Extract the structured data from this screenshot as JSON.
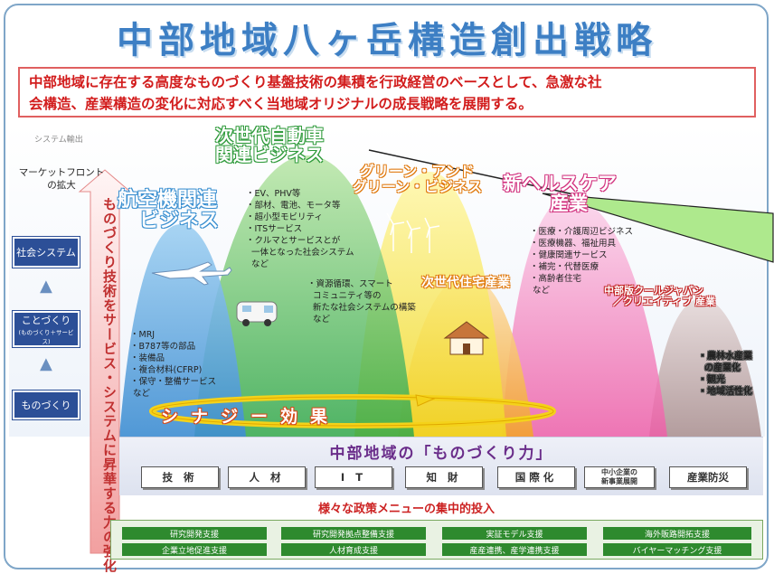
{
  "title": "中部地域八ヶ岳構造創出戦略",
  "intro": {
    "line1": "中部地域に存在する高度なものづくり基盤技術の集積を行政経営のベースとして、急激な社",
    "line2": "会構造、産業構造の変化に対応すべく当地域オリジナルの成長戦略を展開する。"
  },
  "left_axis": {
    "system_out": "システム輸出",
    "market_line1": "マーケットフロント",
    "market_line2": "の拡大",
    "vertical_text": "ものづくり技術をサービス・システムに昇華する力の強化",
    "levels": [
      {
        "label": "社会システム",
        "sub": ""
      },
      {
        "label": "ことづくり",
        "sub": "(ものづくり＋サービス)"
      },
      {
        "label": "ものづくり",
        "sub": ""
      }
    ]
  },
  "industries": {
    "aviation": {
      "line1": "航空機関連",
      "line2": "ビジネス",
      "items": "・MRJ\n・B787等の部品\n・装備品\n・複合材料(CFRP)\n・保守・整備サービス\n など"
    },
    "auto": {
      "line1": "次世代自動車",
      "line2": "関連ビジネス",
      "items": "・EV、PHV等\n・部材、電池、モータ等\n・超小型モビリティ\n・ITSサービス\n・クルマとサービスとが\n  一体となった社会システム\n  など"
    },
    "green": {
      "line1": "グリーン・アンド",
      "line2": "グリーン・ビジネス",
      "items": "・資源循環、スマート\n  コミュニティ等の\n  新たな社会システムの構築\n  など"
    },
    "health": {
      "line1": "新ヘルスケア",
      "line2": "産業",
      "items": "・医療・介護周辺ビジネス\n・医療機器、福祉用具\n・健康関連サービス\n・補完・代替医療\n・高齢者住宅\n など"
    },
    "housing": {
      "label": "次世代住宅産業"
    },
    "cool": {
      "line1": "中部版クールジャパン",
      "line2": "／クリエイティブ 産業"
    },
    "agri": {
      "items": "・農林水産業\n  の産業化\n・観光\n・地域活性化"
    }
  },
  "synergy": "シナジー効果",
  "monozukuri": {
    "title": "中部地域の「ものづくり力」",
    "pillars": [
      "技 術",
      "人 材",
      "I T",
      "知 財",
      "国際化",
      "産業防災"
    ],
    "sme_line1": "中小企業の",
    "sme_line2": "新事業展開"
  },
  "policy_menu": "様々な政策メニューの集中的投入",
  "supports": [
    "研究開発支援",
    "研究開発拠点整備支援",
    "実証モデル支援",
    "海外販路開拓支援",
    "企業立地促進支援",
    "人材育成支援",
    "産産連携、産学連携支援",
    "バイヤーマッチング支援"
  ],
  "colors": {
    "title": "#3d7fc4",
    "intro_text": "#d21c1c",
    "blue_hill": "#5ba6df",
    "green_hill": "#3fb34a",
    "yellow_hill": "#f2e23a",
    "orange_hill": "#f3a93a",
    "pink_hill": "#f26fb6",
    "gray_hill": "#b8a2a2",
    "support_green": "#2e8a2e"
  },
  "icons": [
    "airplane-icon",
    "camper-van-icon",
    "wind-turbine-icon",
    "house-icon",
    "upward-arrow-icon"
  ]
}
